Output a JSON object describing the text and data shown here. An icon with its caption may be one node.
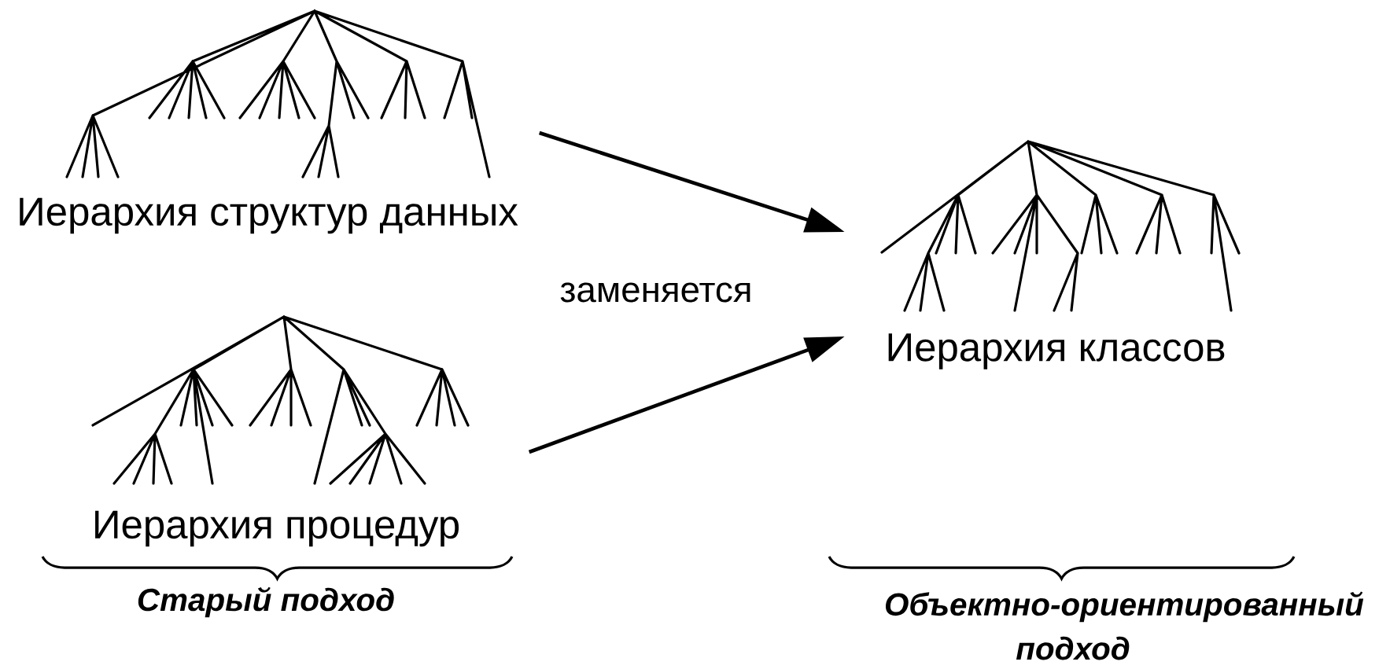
{
  "diagram": {
    "nodes": [
      {
        "text": [
          "Иерархия структур данных"
        ]
      },
      {
        "text": [
          "Иерархия процедур"
        ]
      },
      {
        "text": [
          "Иерархия классов"
        ]
      }
    ],
    "edges": [
      {
        "from": 0,
        "to": 2,
        "arrow": "to"
      },
      {
        "from": 1,
        "to": 2,
        "arrow": "to"
      }
    ],
    "labels": [
      "заменяется",
      "Старый подход",
      "Объектно-ориентированный подход"
    ]
  }
}
